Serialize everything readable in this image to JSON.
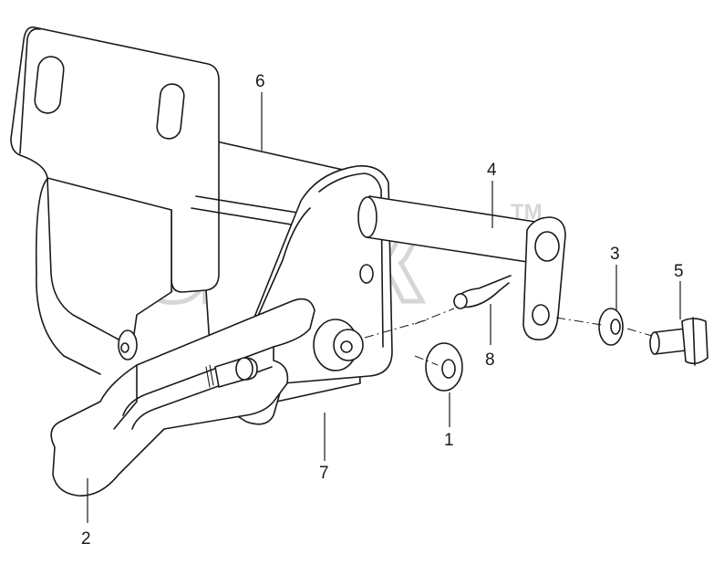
{
  "callouts": {
    "c1": "1",
    "c2": "2",
    "c3": "3",
    "c4": "4",
    "c5": "5",
    "c6": "6",
    "c7": "7",
    "c8": "8"
  },
  "watermark": {
    "text": "элек",
    "tm": "TM",
    "color": "#d3d3d3"
  },
  "colors": {
    "line": "#1a1a1a",
    "background": "#ffffff"
  }
}
